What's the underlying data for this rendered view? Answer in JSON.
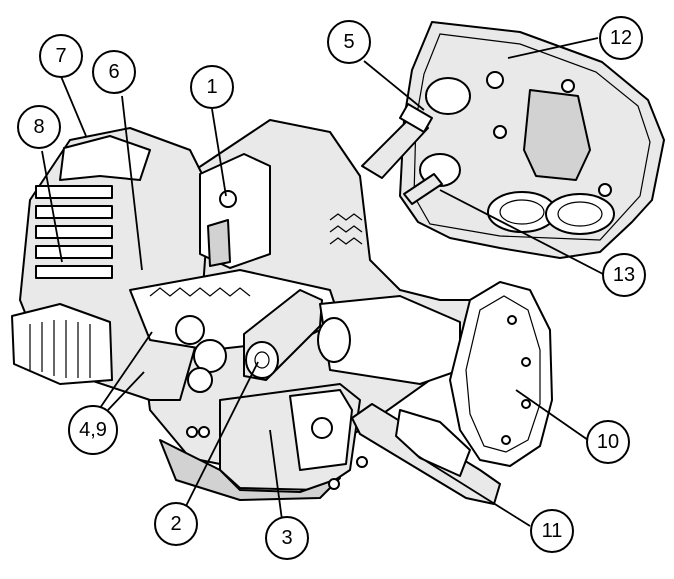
{
  "callouts": [
    {
      "id": "c1",
      "label": "1"
    },
    {
      "id": "c2",
      "label": "2"
    },
    {
      "id": "c3",
      "label": "3"
    },
    {
      "id": "c49",
      "label": "4,9"
    },
    {
      "id": "c5",
      "label": "5"
    },
    {
      "id": "c6",
      "label": "6"
    },
    {
      "id": "c7",
      "label": "7"
    },
    {
      "id": "c8",
      "label": "8"
    },
    {
      "id": "c10",
      "label": "10"
    },
    {
      "id": "c11",
      "label": "11"
    },
    {
      "id": "c12",
      "label": "12"
    },
    {
      "id": "c13",
      "label": "13"
    }
  ],
  "colors": {
    "line": "#000000",
    "fill_light": "#ffffff",
    "fill_mid": "#e9e9e9",
    "fill_dark": "#d2d2d2"
  }
}
